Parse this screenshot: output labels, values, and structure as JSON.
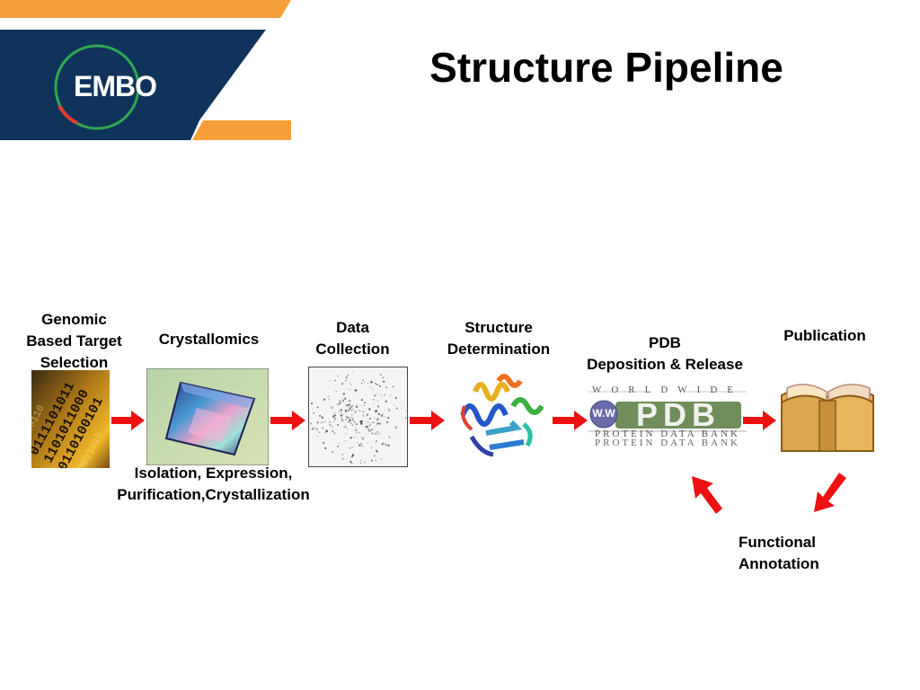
{
  "header": {
    "title": "Structure Pipeline",
    "logo_text": "EMBO",
    "colors": {
      "banner_navy": "#10335c",
      "banner_orange": "#f6a03a"
    }
  },
  "pipeline": {
    "stages": [
      {
        "id": "genomic",
        "label_lines": [
          "Genomic",
          "Based Target",
          "Selection"
        ],
        "image": "binary-code-icon"
      },
      {
        "id": "crystallomics",
        "label_lines": [
          "Crystallomics"
        ],
        "image": "crystal-icon"
      },
      {
        "id": "data-collection",
        "label_lines": [
          "Data",
          "Collection"
        ],
        "image": "diffraction-pattern-icon"
      },
      {
        "id": "structure-determination",
        "label_lines": [
          "Structure",
          "Determination"
        ],
        "image": "protein-ribbon-icon"
      },
      {
        "id": "pdb",
        "label_lines": [
          "PDB",
          "Deposition & Release"
        ],
        "image": "wwpdb-logo"
      },
      {
        "id": "publication",
        "label_lines": [
          "Publication"
        ],
        "image": "open-book-icon"
      }
    ],
    "sub_label_lines": [
      "Isolation, Expression,",
      "Purification,Crystallization"
    ],
    "annotation_lines": [
      "Functional",
      "Annotation"
    ],
    "pdb_logo": {
      "top_text": "WORLDWIDE",
      "main_text": "PDB",
      "bottom_text": "PROTEIN DATA BANK",
      "badge_text": "W.W"
    },
    "arrow_color": "#ee1111"
  }
}
